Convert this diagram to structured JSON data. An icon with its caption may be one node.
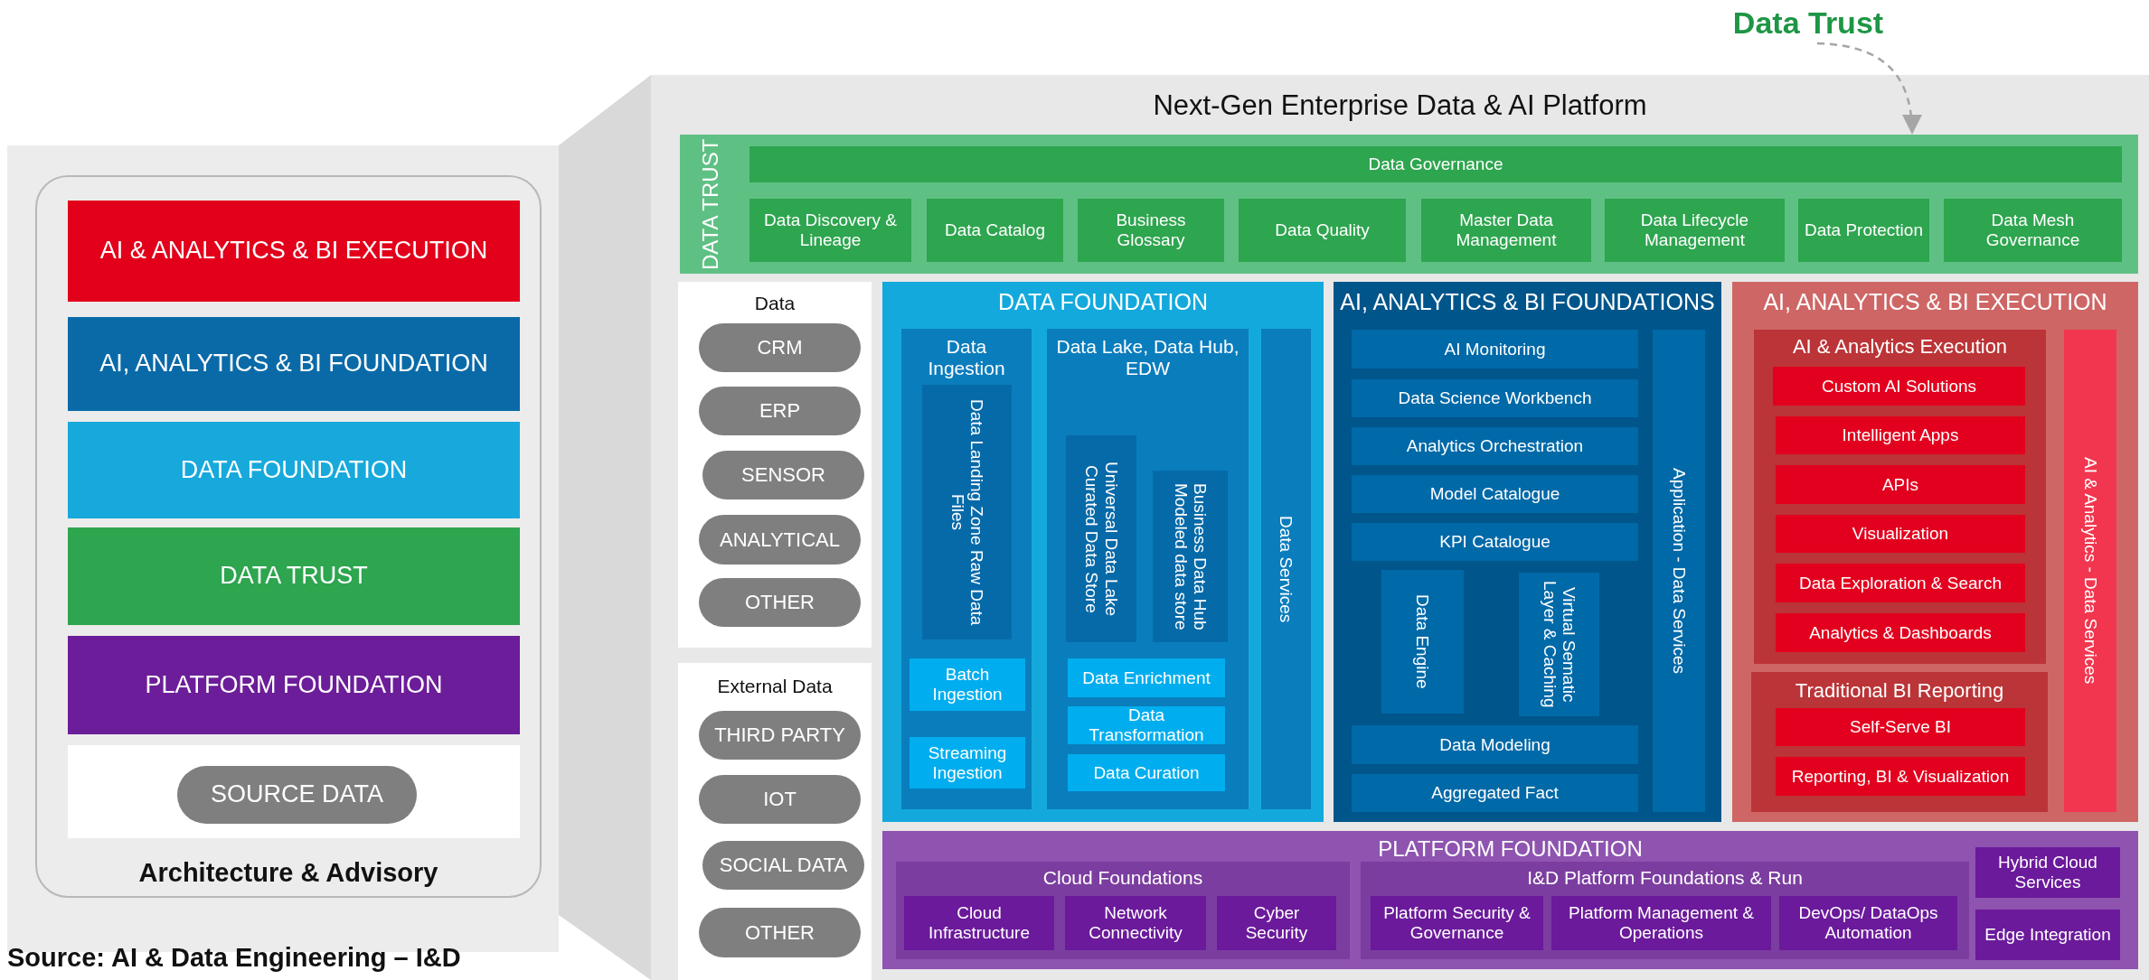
{
  "diagram": {
    "caption": "Source: AI & Data Engineering – I&D",
    "nodes": [
      {
        "text": [
          "Architecture & Advisory"
        ]
      },
      {
        "text": [
          "AI & ANALYTICS & BI EXECUTION"
        ],
        "in": 0
      },
      {
        "text": [
          "AI, ANALYTICS & BI FOUNDATION"
        ],
        "in": 0
      },
      {
        "text": [
          "DATA FOUNDATION"
        ],
        "in": 0
      },
      {
        "text": [
          "DATA TRUST"
        ],
        "in": 0
      },
      {
        "text": [
          "PLATFORM FOUNDATION"
        ],
        "in": 0
      },
      {
        "text": [],
        "shape": "box",
        "in": 0
      },
      {
        "text": [
          "SOURCE DATA"
        ],
        "in": 6
      },
      {
        "text": [
          "Data Trust"
        ]
      },
      {
        "text": [
          "Next-Gen Enterprise Data & AI Platform"
        ]
      },
      {
        "text": [
          "DATA TRUST"
        ],
        "in": 9
      },
      {
        "text": [
          "Data Governance"
        ],
        "in": 10
      },
      {
        "text": [
          "Data Discovery & Lineage"
        ],
        "in": 10
      },
      {
        "text": [
          "Data Catalog"
        ],
        "in": 10
      },
      {
        "text": [
          "Business Glossary"
        ],
        "in": 10
      },
      {
        "text": [
          "Data Quality"
        ],
        "in": 10
      },
      {
        "text": [
          "Master Data Management"
        ],
        "in": 10
      },
      {
        "text": [
          "Data Lifecycle Management"
        ],
        "in": 10
      },
      {
        "text": [
          "Data Protection"
        ],
        "in": 10
      },
      {
        "text": [
          "Data Mesh Governance"
        ],
        "in": 10
      },
      {
        "text": [
          "Data"
        ],
        "in": 9
      },
      {
        "text": [
          "CRM"
        ],
        "in": 20
      },
      {
        "text": [
          "ERP"
        ],
        "in": 20
      },
      {
        "text": [
          "SENSOR"
        ],
        "in": 20
      },
      {
        "text": [
          "ANALYTICAL"
        ],
        "in": 20
      },
      {
        "text": [
          "OTHER"
        ],
        "in": 20
      },
      {
        "text": [
          "External Data"
        ],
        "in": 9
      },
      {
        "text": [
          "THIRD PARTY"
        ],
        "in": 26
      },
      {
        "text": [
          "IOT"
        ],
        "in": 26
      },
      {
        "text": [
          "SOCIAL DATA"
        ],
        "in": 26
      },
      {
        "text": [
          "OTHER"
        ],
        "in": 26
      },
      {
        "text": [
          "DATA FOUNDATION"
        ],
        "in": 9
      },
      {
        "text": [
          "Data Ingestion"
        ],
        "in": 31
      },
      {
        "text": [
          "Data Landing Zone Raw Data Files"
        ],
        "in": 32
      },
      {
        "text": [
          "Batch Ingestion"
        ],
        "in": 32
      },
      {
        "text": [
          "Streaming Ingestion"
        ],
        "in": 32
      },
      {
        "text": [
          "Data Lake, Data Hub, EDW"
        ],
        "in": 31
      },
      {
        "text": [
          "Universal Data Lake Curated Data Store"
        ],
        "in": 36
      },
      {
        "text": [
          "Business Data Hub Modeled data store"
        ],
        "in": 36
      },
      {
        "text": [
          "Data Enrichment"
        ],
        "in": 36
      },
      {
        "text": [
          "Data Transformation"
        ],
        "in": 36
      },
      {
        "text": [
          "Data Curation"
        ],
        "in": 36
      },
      {
        "text": [
          "Data Services"
        ],
        "in": 31
      },
      {
        "text": [
          "AI, ANALYTICS & BI FOUNDATIONS"
        ],
        "in": 9
      },
      {
        "text": [
          "AI Monitoring"
        ],
        "in": 43
      },
      {
        "text": [
          "Data Science Workbench"
        ],
        "in": 43
      },
      {
        "text": [
          "Analytics Orchestration"
        ],
        "in": 43
      },
      {
        "text": [
          "Model Catalogue"
        ],
        "in": 43
      },
      {
        "text": [
          "KPI Catalogue"
        ],
        "in": 43
      },
      {
        "text": [
          "Data Engine"
        ],
        "in": 43
      },
      {
        "text": [
          "Virtual Sematic Layer & Caching"
        ],
        "in": 43
      },
      {
        "text": [
          "Data Modeling"
        ],
        "in": 43
      },
      {
        "text": [
          "Aggregated Fact"
        ],
        "in": 43
      },
      {
        "text": [
          "Application - Data Services"
        ],
        "in": 43
      },
      {
        "text": [
          "AI, ANALYTICS & BI EXECUTION"
        ],
        "in": 9
      },
      {
        "text": [
          "AI & Analytics Execution"
        ],
        "in": 54
      },
      {
        "text": [
          "Custom AI Solutions"
        ],
        "in": 55
      },
      {
        "text": [
          "Intelligent Apps"
        ],
        "in": 55
      },
      {
        "text": [
          "APIs"
        ],
        "in": 55
      },
      {
        "text": [
          "Visualization"
        ],
        "in": 55
      },
      {
        "text": [
          "Data Exploration & Search"
        ],
        "in": 55
      },
      {
        "text": [
          "Analytics & Dashboards"
        ],
        "in": 55
      },
      {
        "text": [
          "Traditional BI Reporting"
        ],
        "in": 54
      },
      {
        "text": [
          "Self-Serve BI"
        ],
        "in": 62
      },
      {
        "text": [
          "Reporting, BI & Visualization"
        ],
        "in": 62
      },
      {
        "text": [
          "AI & Analytics - Data Services"
        ],
        "in": 54
      },
      {
        "text": [
          "PLATFORM FOUNDATION"
        ],
        "in": 9
      },
      {
        "text": [
          "Cloud Foundations"
        ],
        "in": 66
      },
      {
        "text": [
          "Cloud Infrastructure"
        ],
        "in": 67
      },
      {
        "text": [
          "Network Connectivity"
        ],
        "in": 67
      },
      {
        "text": [
          "Cyber Security"
        ],
        "in": 67
      },
      {
        "text": [
          "I&D Platform Foundations & Run"
        ],
        "in": 66
      },
      {
        "text": [
          "Platform Security & Governance"
        ],
        "in": 71
      },
      {
        "text": [
          "Platform Management & Operations"
        ],
        "in": 71
      },
      {
        "text": [
          "DevOps/ DataOps Automation"
        ],
        "in": 71
      },
      {
        "text": [
          "Hybrid Cloud Services"
        ],
        "in": 66
      },
      {
        "text": [
          "Edge Integration"
        ],
        "in": 66
      }
    ],
    "edges": [
      {
        "from": 8,
        "to": 10,
        "arrow": "to",
        "style": "dashed"
      }
    ]
  }
}
